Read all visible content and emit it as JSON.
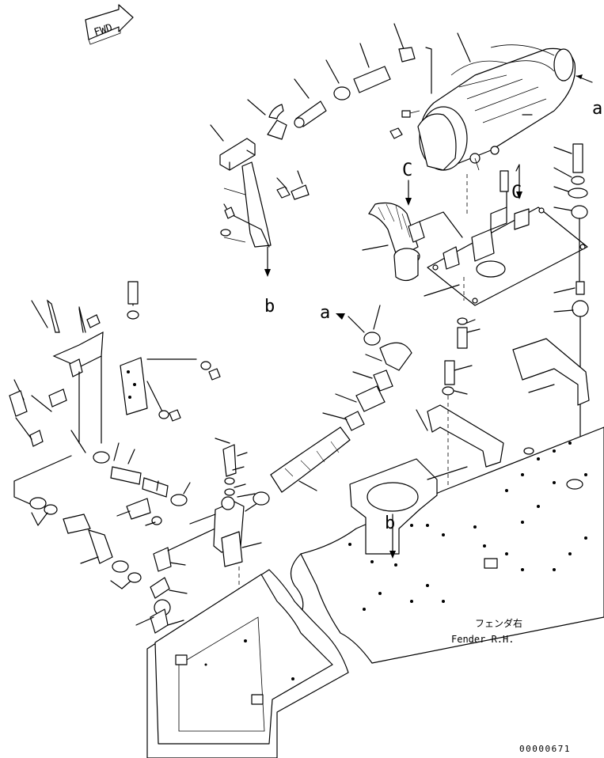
{
  "fwd_label": "FWD",
  "refs": {
    "a_top": "a",
    "a_mid": "a",
    "b_mid": "b",
    "b_low": "b",
    "c_left": "C",
    "c_right": "C"
  },
  "fender_jp": "フェンダ右",
  "fender_en": "Fender R.H.",
  "drawing_number": "00000671"
}
